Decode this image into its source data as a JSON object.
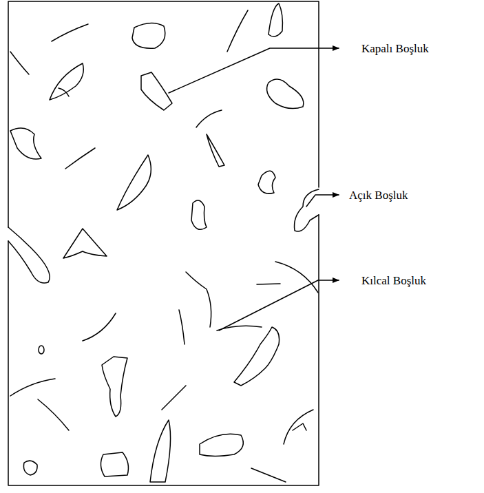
{
  "diagram": {
    "labels": [
      "Kapalı Boşluk",
      "Açık Boşluk",
      "Kılcal Boşluk"
    ]
  }
}
